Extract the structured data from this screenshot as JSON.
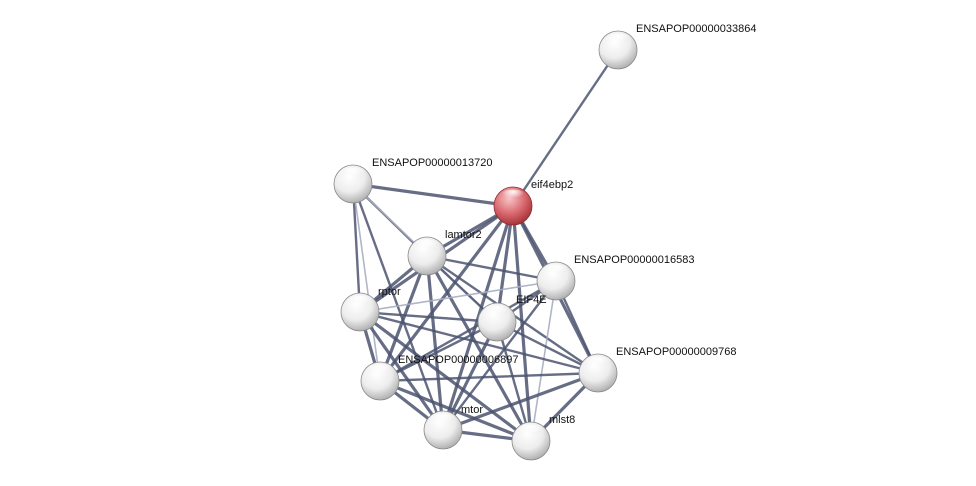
{
  "network": {
    "nodes": [
      {
        "id": "n_33864",
        "label": "ENSAPOP00000033864",
        "color": "white"
      },
      {
        "id": "n_13720",
        "label": "ENSAPOP00000013720",
        "color": "white"
      },
      {
        "id": "n_eif4ebp2",
        "label": "eif4ebp2",
        "color": "red"
      },
      {
        "id": "n_lamtor2",
        "label": "lamtor2",
        "color": "white"
      },
      {
        "id": "n_16583",
        "label": "ENSAPOP00000016583",
        "color": "white"
      },
      {
        "id": "n_rptor",
        "label": "rptor",
        "color": "white"
      },
      {
        "id": "n_eif4e",
        "label": "EIF4E",
        "color": "white"
      },
      {
        "id": "n_6897",
        "label": "ENSAPOP00000006897",
        "color": "white"
      },
      {
        "id": "n_9768",
        "label": "ENSAPOP00000009768",
        "color": "white"
      },
      {
        "id": "n_mtor",
        "label": "mtor",
        "color": "white"
      },
      {
        "id": "n_mlst8",
        "label": "mlst8",
        "color": "white"
      }
    ],
    "edges": [
      {
        "source": "n_eif4ebp2",
        "target": "n_33864",
        "strength": "medium"
      },
      {
        "source": "n_13720",
        "target": "n_eif4ebp2",
        "strength": "strong"
      },
      {
        "source": "n_13720",
        "target": "n_lamtor2",
        "strength": "medium"
      },
      {
        "source": "n_13720",
        "target": "n_rptor",
        "strength": "medium"
      },
      {
        "source": "n_13720",
        "target": "n_6897",
        "strength": "weak"
      },
      {
        "source": "n_13720",
        "target": "n_mtor",
        "strength": "medium"
      },
      {
        "source": "n_13720",
        "target": "n_eif4e",
        "strength": "weak"
      },
      {
        "source": "n_eif4ebp2",
        "target": "n_lamtor2",
        "strength": "strong"
      },
      {
        "source": "n_eif4ebp2",
        "target": "n_16583",
        "strength": "strong"
      },
      {
        "source": "n_eif4ebp2",
        "target": "n_rptor",
        "strength": "strong"
      },
      {
        "source": "n_eif4ebp2",
        "target": "n_eif4e",
        "strength": "strong"
      },
      {
        "source": "n_eif4ebp2",
        "target": "n_6897",
        "strength": "strong"
      },
      {
        "source": "n_eif4ebp2",
        "target": "n_mtor",
        "strength": "strong"
      },
      {
        "source": "n_eif4ebp2",
        "target": "n_mlst8",
        "strength": "strong"
      },
      {
        "source": "n_eif4ebp2",
        "target": "n_9768",
        "strength": "strong"
      },
      {
        "source": "n_lamtor2",
        "target": "n_16583",
        "strength": "medium"
      },
      {
        "source": "n_lamtor2",
        "target": "n_rptor",
        "strength": "strong"
      },
      {
        "source": "n_lamtor2",
        "target": "n_eif4e",
        "strength": "medium"
      },
      {
        "source": "n_lamtor2",
        "target": "n_6897",
        "strength": "strong"
      },
      {
        "source": "n_lamtor2",
        "target": "n_mtor",
        "strength": "strong"
      },
      {
        "source": "n_lamtor2",
        "target": "n_mlst8",
        "strength": "strong"
      },
      {
        "source": "n_lamtor2",
        "target": "n_9768",
        "strength": "medium"
      },
      {
        "source": "n_16583",
        "target": "n_eif4e",
        "strength": "medium"
      },
      {
        "source": "n_16583",
        "target": "n_rptor",
        "strength": "weak"
      },
      {
        "source": "n_16583",
        "target": "n_6897",
        "strength": "medium"
      },
      {
        "source": "n_16583",
        "target": "n_mtor",
        "strength": "medium"
      },
      {
        "source": "n_16583",
        "target": "n_mlst8",
        "strength": "weak"
      },
      {
        "source": "n_16583",
        "target": "n_9768",
        "strength": "medium"
      },
      {
        "source": "n_rptor",
        "target": "n_eif4e",
        "strength": "medium"
      },
      {
        "source": "n_rptor",
        "target": "n_6897",
        "strength": "strong"
      },
      {
        "source": "n_rptor",
        "target": "n_mtor",
        "strength": "strong"
      },
      {
        "source": "n_rptor",
        "target": "n_mlst8",
        "strength": "strong"
      },
      {
        "source": "n_rptor",
        "target": "n_9768",
        "strength": "medium"
      },
      {
        "source": "n_eif4e",
        "target": "n_6897",
        "strength": "medium"
      },
      {
        "source": "n_eif4e",
        "target": "n_mtor",
        "strength": "strong"
      },
      {
        "source": "n_eif4e",
        "target": "n_mlst8",
        "strength": "medium"
      },
      {
        "source": "n_eif4e",
        "target": "n_9768",
        "strength": "medium"
      },
      {
        "source": "n_6897",
        "target": "n_mtor",
        "strength": "strong"
      },
      {
        "source": "n_6897",
        "target": "n_mlst8",
        "strength": "strong"
      },
      {
        "source": "n_6897",
        "target": "n_9768",
        "strength": "medium"
      },
      {
        "source": "n_mtor",
        "target": "n_mlst8",
        "strength": "strong"
      },
      {
        "source": "n_mtor",
        "target": "n_9768",
        "strength": "strong"
      },
      {
        "source": "n_mlst8",
        "target": "n_9768",
        "strength": "strong"
      }
    ]
  },
  "style": {
    "edge_color": "#4b5470",
    "edge_color_weak": "#a9adc2",
    "node_color_white": "#f2f2f2",
    "node_color_red": "#d9686e",
    "label_color": "#111111"
  }
}
